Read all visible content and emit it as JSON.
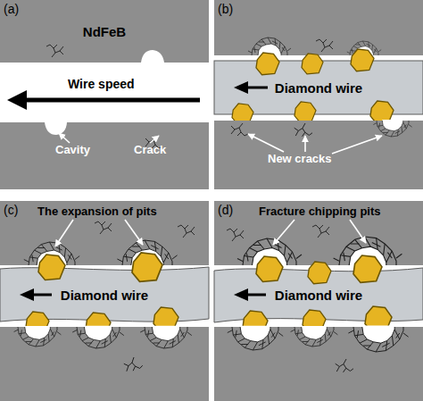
{
  "diagram": {
    "nodes": [
      {
        "text": [
          "(a)"
        ]
      },
      {
        "text": [
          "NdFeB"
        ],
        "in": 0
      },
      {
        "text": [
          "(b)"
        ]
      },
      {
        "text": [
          "Diamond wire"
        ],
        "in": 2
      },
      {
        "text": [
          "(c)"
        ]
      },
      {
        "text": [
          "Diamond wire"
        ],
        "in": 4
      },
      {
        "text": [
          "(d)"
        ]
      },
      {
        "text": [
          "Diamond wire"
        ],
        "in": 6
      }
    ],
    "labels": [
      "Wire speed",
      "Cavity",
      "Crack",
      "New cracks",
      "The expansion of pits",
      "Fracture chipping pits"
    ]
  }
}
